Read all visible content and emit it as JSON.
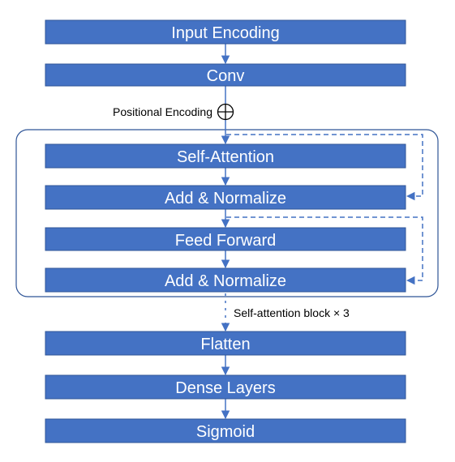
{
  "blocks": {
    "input_encoding": "Input Encoding",
    "conv": "Conv",
    "self_attention": "Self-Attention",
    "add_normalize_1": "Add & Normalize",
    "feed_forward": "Feed Forward",
    "add_normalize_2": "Add & Normalize",
    "flatten": "Flatten",
    "dense_layers": "Dense Layers",
    "sigmoid": "Sigmoid"
  },
  "annotations": {
    "positional_encoding": "Positional Encoding",
    "block_repeat": "Self-attention block × 3"
  },
  "colors": {
    "block_fill": "#4472c4",
    "block_border": "#2f5597",
    "block_text": "#ffffff",
    "arrow": "#4472c4"
  },
  "icons": {
    "positional_encoding_symbol": "circled-plus-icon"
  }
}
